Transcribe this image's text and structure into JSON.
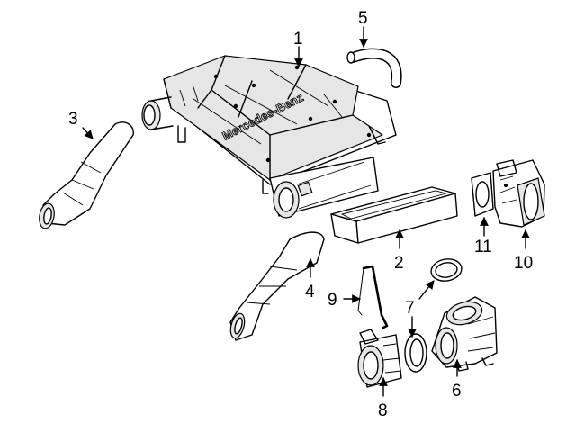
{
  "brand_text": "Mercedes-Benz",
  "callouts": [
    {
      "id": "1",
      "label": "1"
    },
    {
      "id": "2",
      "label": "2"
    },
    {
      "id": "3",
      "label": "3"
    },
    {
      "id": "4",
      "label": "4"
    },
    {
      "id": "5",
      "label": "5"
    },
    {
      "id": "6",
      "label": "6"
    },
    {
      "id": "7",
      "label": "7"
    },
    {
      "id": "8",
      "label": "8"
    },
    {
      "id": "9",
      "label": "9"
    },
    {
      "id": "10",
      "label": "10"
    },
    {
      "id": "11",
      "label": "11"
    }
  ],
  "colors": {
    "line": "#000000",
    "background": "#ffffff",
    "shade": "#e6e6e6"
  }
}
